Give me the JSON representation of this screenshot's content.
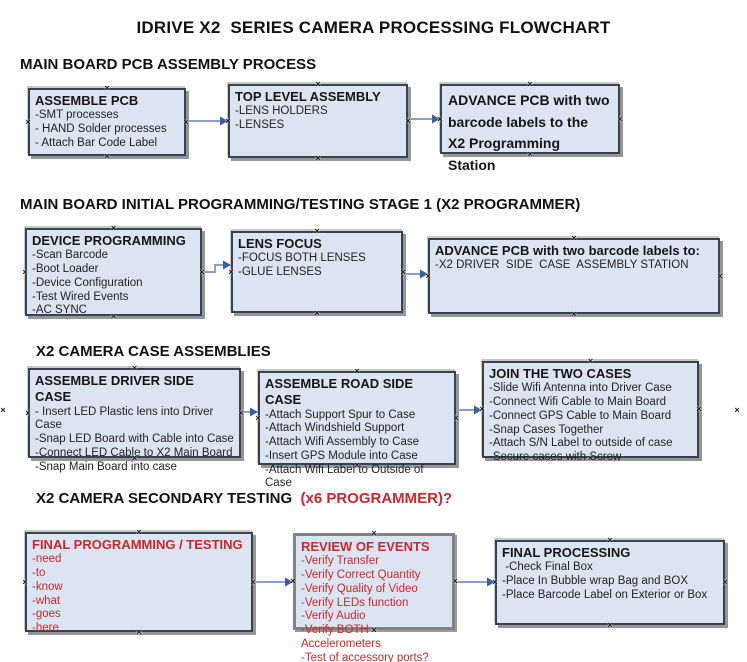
{
  "title": "IDRIVE X2  SERIES CAMERA PROCESSING FLOWCHART",
  "palette": {
    "box_fill": "#dbe5f1",
    "box_border": "#39404e",
    "shadow_gray": "#969696",
    "arrow_shaft": "#8ba1c7",
    "arrow_head": "#3c5d9e",
    "alert_red": "#c9292c",
    "text_black": "#1f1f1f"
  },
  "sections": [
    {
      "heading": "MAIN BOARD PCB ASSEMBLY PROCESS",
      "heading_red": "",
      "boxes": [
        {
          "id": "A",
          "header": "ASSEMBLE PCB",
          "items": [
            "-SMT processes",
            "- HAND Solder processes",
            "- Attach Bar Code Label"
          ]
        },
        {
          "id": "B",
          "header": "TOP LEVEL ASSEMBLY",
          "items": [
            "-LENS HOLDERS",
            "-LENSES"
          ]
        },
        {
          "id": "C",
          "header": "ADVANCE PCB with two barcode labels to the  X2 Programming Station",
          "items": []
        }
      ]
    },
    {
      "heading": "MAIN BOARD INITIAL PROGRAMMING/TESTING STAGE 1 (X2 PROGRAMMER)",
      "heading_red": "",
      "boxes": [
        {
          "id": "D",
          "header": "DEVICE PROGRAMMING",
          "items": [
            "-Scan Barcode",
            "-Boot Loader",
            "-Device Configuration",
            "-Test Wired Events",
            "-AC SYNC"
          ]
        },
        {
          "id": "E",
          "header": "LENS FOCUS",
          "items": [
            "-FOCUS BOTH LENSES",
            "-GLUE LENSES"
          ]
        },
        {
          "id": "F",
          "header": "ADVANCE PCB with two barcode labels to:",
          "items": [
            "-X2 DRIVER  SIDE  CASE  ASSEMBLY STATION"
          ]
        }
      ]
    },
    {
      "heading": "X2 CAMERA CASE ASSEMBLIES",
      "heading_red": "",
      "boxes": [
        {
          "id": "G",
          "header": "ASSEMBLE DRIVER SIDE CASE",
          "items": [
            "- Insert LED Plastic lens into Driver Case",
            "-Snap LED Board with Cable into Case",
            "-Connect LED Cable to X2 Main Board",
            "-Snap Main Board into case"
          ]
        },
        {
          "id": "H",
          "header": "ASSEMBLE ROAD SIDE CASE",
          "items": [
            "-Attach Support Spur to Case",
            "-Attach Windshield Support",
            "-Attach Wifi Assembly to Case",
            "-Insert GPS Module into Case",
            "-Attach Wifi Label to Outside of Case"
          ]
        },
        {
          "id": "I",
          "header": "JOIN THE TWO CASES",
          "items": [
            "-Slide Wifi Antenna into Driver Case",
            "-Connect Wifi Cable to Main Board",
            "-Connect GPS Cable to Main Board",
            "-Snap Cases Together",
            "-Attach S/N Label to outside of case",
            "-Secure cases with Screw"
          ]
        }
      ]
    },
    {
      "heading": "X2 CAMERA SECONDARY TESTING  ",
      "heading_red": "(x6 PROGRAMMER)?",
      "boxes": [
        {
          "id": "J",
          "header": "FINAL PROGRAMMING / TESTING",
          "red": true,
          "items": [
            "-need",
            "-to",
            "-know",
            "-what",
            "-goes",
            "-here"
          ]
        },
        {
          "id": "K",
          "header": "REVIEW OF EVENTS",
          "red": true,
          "items": [
            "-Verify Transfer",
            "-Verify Correct Quantity",
            "-Verify Quality of Video",
            "-Verify LEDs function",
            "-Verify Audio",
            "-Verify BOTH Accelerometers",
            "-Test of accessory ports?"
          ]
        },
        {
          "id": "L",
          "header": "FINAL PROCESSING",
          "items": [
            " -Check Final Box",
            "-Place In Bubble wrap Bag and BOX",
            "-Place Barcode Label on Exterior or Box"
          ]
        }
      ]
    }
  ]
}
